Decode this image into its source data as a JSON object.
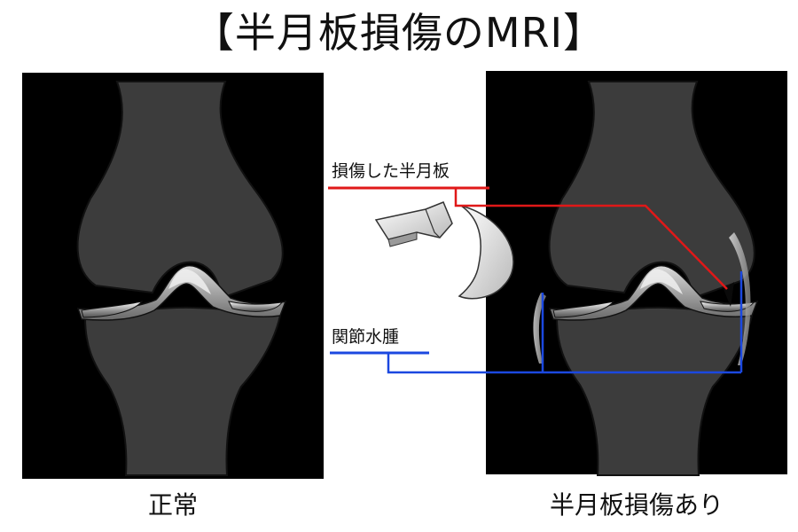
{
  "title": "【半月板損傷のMRI】",
  "labels": {
    "damaged_meniscus": "損傷した半月板",
    "joint_effusion": "関節水腫"
  },
  "captions": {
    "normal": "正常",
    "injured": "半月板損傷あり"
  },
  "colors": {
    "background": "#ffffff",
    "mri_panel": "#000000",
    "bone": "#3c3c3c",
    "damaged_leader": "#e01818",
    "effusion_leader": "#1b48e0"
  }
}
